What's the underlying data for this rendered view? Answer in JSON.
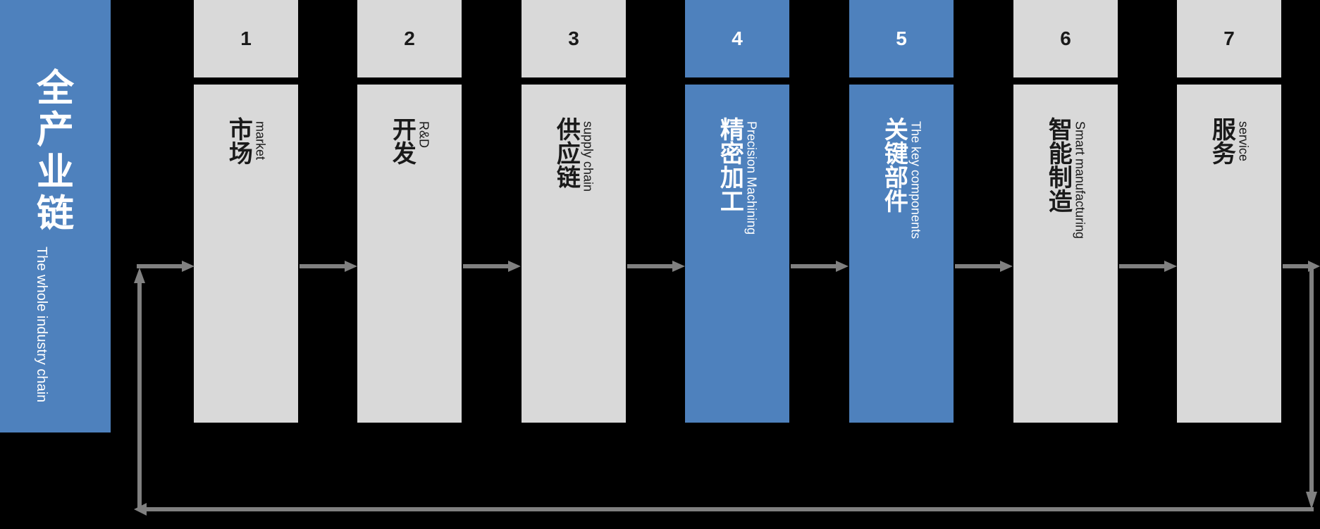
{
  "banner": {
    "title_cn_chars": [
      "全",
      "产",
      "业",
      "链"
    ],
    "title_cn": "全产业链",
    "subtitle_en": "The whole industry chain",
    "color": "#4e81bd",
    "text_color": "#ffffff"
  },
  "colors": {
    "background": "#000000",
    "accent_blue": "#4e81bd",
    "box_grey": "#d9d9d9",
    "arrow_grey": "#808080",
    "text_dark": "#1a1a1a",
    "text_light": "#ffffff"
  },
  "stages": [
    {
      "number": "1",
      "cn": "市场",
      "en": "market",
      "highlight": false
    },
    {
      "number": "2",
      "cn": "开发",
      "en": "R&D",
      "highlight": false
    },
    {
      "number": "3",
      "cn": "供应链",
      "en": "supply chain",
      "highlight": false
    },
    {
      "number": "4",
      "cn": "精密加工",
      "en": "Precision Machining",
      "highlight": true
    },
    {
      "number": "5",
      "cn": "关键部件",
      "en": "The key components",
      "highlight": true
    },
    {
      "number": "6",
      "cn": "智能制造",
      "en": "Smart manufacturing",
      "highlight": false
    },
    {
      "number": "7",
      "cn": "服务",
      "en": "service",
      "highlight": false
    }
  ],
  "flow": {
    "direction": "left-to-right",
    "feedback_loop": "from stage 7 output back to stage 1 input along the bottom"
  }
}
